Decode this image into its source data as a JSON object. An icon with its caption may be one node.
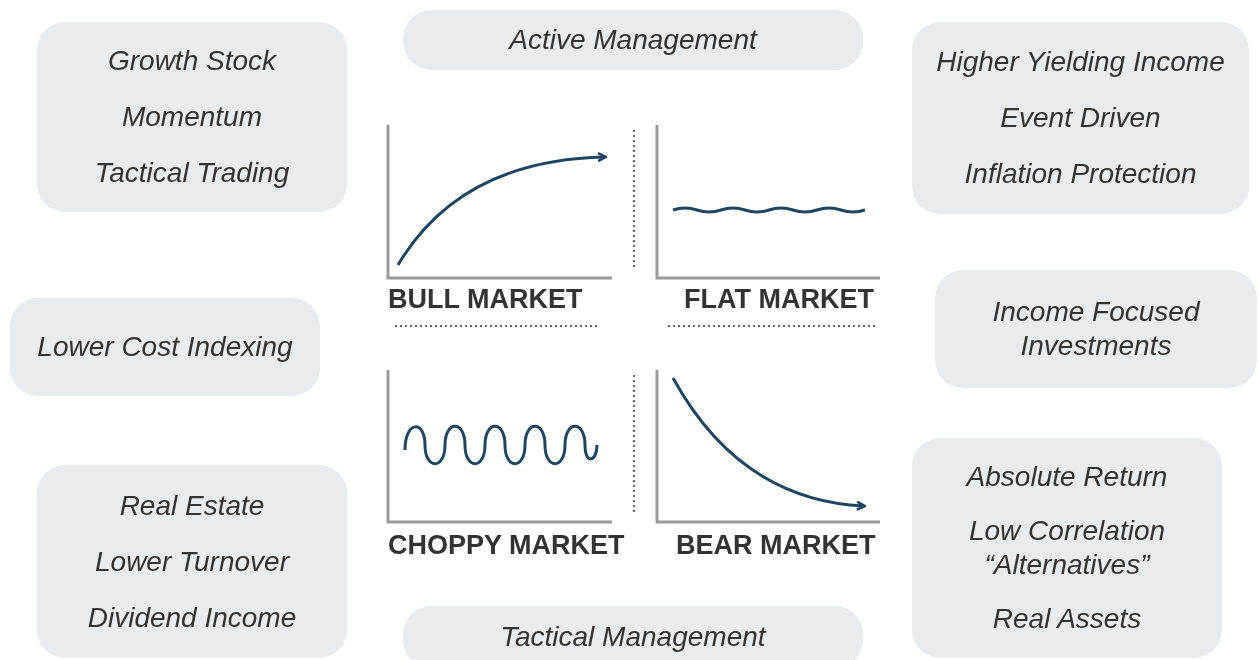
{
  "diagram": {
    "nodes": [
      {
        "text": [
          "Growth Stock",
          "Momentum",
          "Tactical Trading"
        ]
      },
      {
        "text": [
          "Active Management"
        ]
      },
      {
        "text": [
          "Higher Yielding Income",
          "Event Driven",
          "Inflation Protection"
        ]
      },
      {
        "text": [
          "Lower Cost Indexing"
        ]
      },
      {
        "text": [
          "Income Focused Investments"
        ]
      },
      {
        "text": [
          "Real Estate",
          "Lower Turnover",
          "Dividend Income"
        ]
      },
      {
        "text": [
          "Absolute Return",
          "Low Correlation “Alternatives”",
          "Real Assets"
        ]
      },
      {
        "text": [
          "Tactical Management"
        ]
      }
    ],
    "edges": [],
    "labels": [
      "BULL MARKET",
      "FLAT MARKET",
      "CHOPPY MARKET",
      "BEAR MARKET"
    ]
  }
}
